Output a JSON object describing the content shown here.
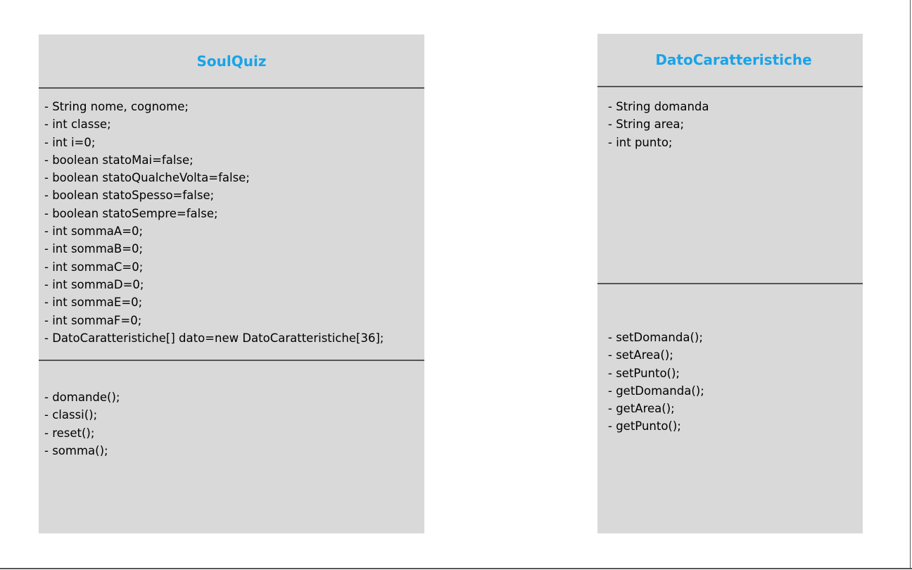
{
  "classes": [
    {
      "name": "SoulQuiz",
      "attributes": [
        "- String nome, cognome;",
        "- int classe;",
        "- int i=0;",
        "- boolean statoMai=false;",
        "- boolean statoQualcheVolta=false;",
        "- boolean statoSpesso=false;",
        "- boolean statoSempre=false;",
        "- int sommaA=0;",
        "- int sommaB=0;",
        "- int sommaC=0;",
        "- int sommaD=0;",
        "- int sommaE=0;",
        "- int sommaF=0;",
        "- DatoCaratteristiche[] dato=new DatoCaratteristiche[36];"
      ],
      "methods": [
        "- domande();",
        "- classi();",
        "- reset();",
        "- somma();"
      ]
    },
    {
      "name": "DatoCaratteristiche",
      "attributes": [
        "- String domanda",
        "- String area;",
        "- int punto;"
      ],
      "methods": [
        "- setDomanda();",
        "- setArea();",
        "- setPunto();",
        "- getDomanda();",
        "- getArea();",
        "- getPunto();"
      ]
    }
  ],
  "colors": {
    "box_fill": "#d9d9d9",
    "title": "#1aa3e8",
    "divider": "#555555"
  }
}
